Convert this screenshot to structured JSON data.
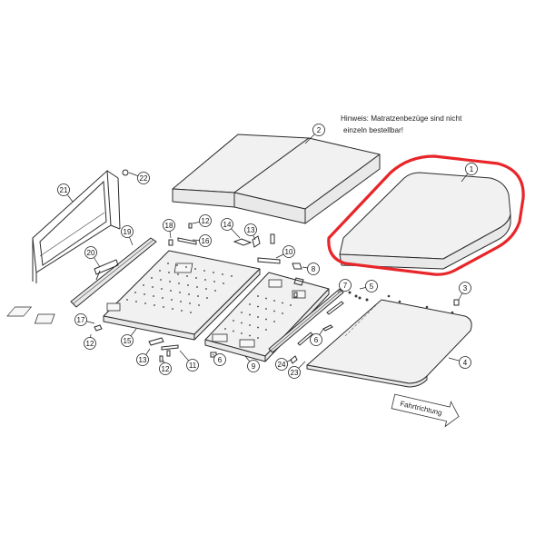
{
  "note": {
    "line1": "Hinweis: Matratzenbezüge sind nicht",
    "line2": "einzeln bestellbar!"
  },
  "direction_label": "Fahrtrichtung",
  "callouts": [
    {
      "id": "c1",
      "label": "1"
    },
    {
      "id": "c2",
      "label": "2"
    },
    {
      "id": "c3",
      "label": "3"
    },
    {
      "id": "c4",
      "label": "4"
    },
    {
      "id": "c5",
      "label": "5"
    },
    {
      "id": "c6",
      "label": "6"
    },
    {
      "id": "c6b",
      "label": "6"
    },
    {
      "id": "c7",
      "label": "7"
    },
    {
      "id": "c8",
      "label": "8"
    },
    {
      "id": "c9",
      "label": "9"
    },
    {
      "id": "c10",
      "label": "10"
    },
    {
      "id": "c11",
      "label": "11"
    },
    {
      "id": "c12a",
      "label": "12"
    },
    {
      "id": "c12b",
      "label": "12"
    },
    {
      "id": "c12c",
      "label": "12"
    },
    {
      "id": "c13a",
      "label": "13"
    },
    {
      "id": "c13b",
      "label": "13"
    },
    {
      "id": "c14",
      "label": "14"
    },
    {
      "id": "c15",
      "label": "15"
    },
    {
      "id": "c16",
      "label": "16"
    },
    {
      "id": "c17",
      "label": "17"
    },
    {
      "id": "c18",
      "label": "18"
    },
    {
      "id": "c19",
      "label": "19"
    },
    {
      "id": "c20",
      "label": "20"
    },
    {
      "id": "c21",
      "label": "21"
    },
    {
      "id": "c22",
      "label": "22"
    },
    {
      "id": "c23",
      "label": "23"
    },
    {
      "id": "c24",
      "label": "24"
    }
  ],
  "highlight_color": "#e8262a"
}
